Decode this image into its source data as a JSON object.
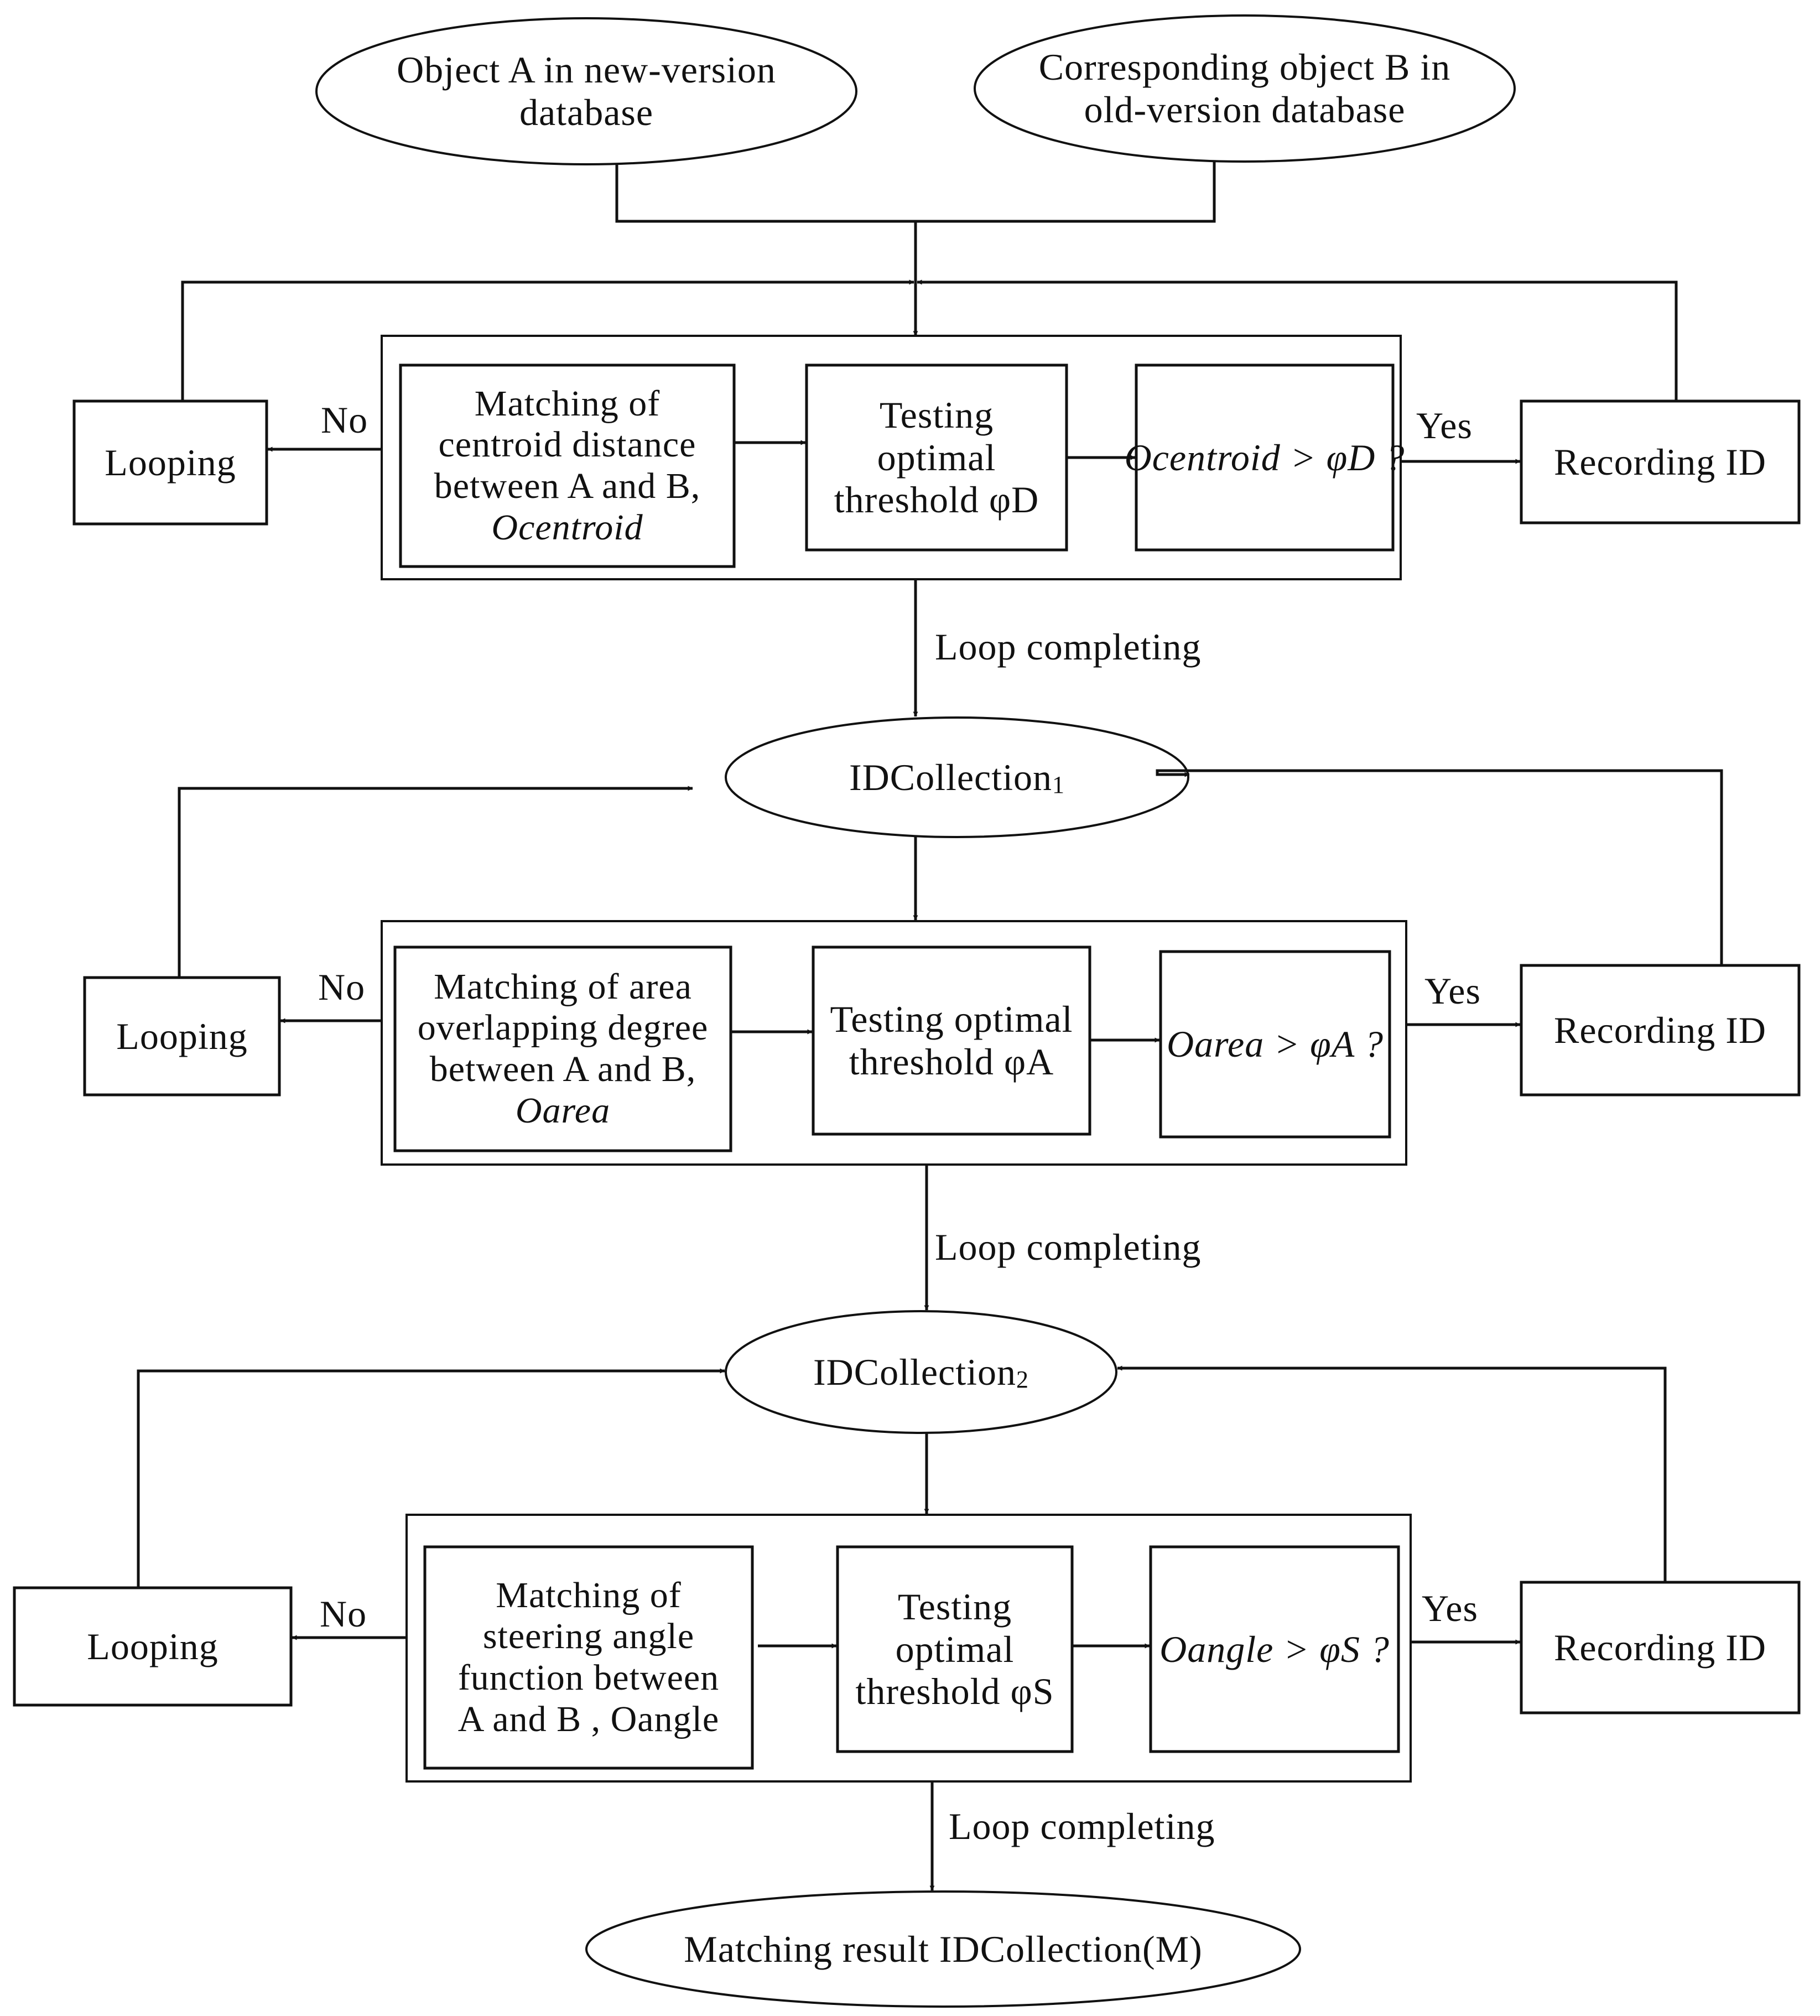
{
  "start": {
    "object_a": [
      "Object A in new-version",
      "database"
    ],
    "object_b": [
      "Corresponding object B in",
      "old-version database"
    ]
  },
  "stage1": {
    "matching": [
      "Matching of",
      "centroid distance",
      "between A and B,",
      "Ocentroid"
    ],
    "testing": [
      "Testing",
      "optimal",
      "threshold φD"
    ],
    "condition": "Ocentroid > φD ?",
    "looping": "Looping",
    "recording": "Recording ID"
  },
  "collection1": {
    "prefix": "IDCollection",
    "sub": "1"
  },
  "stage2": {
    "matching": [
      "Matching of area",
      "overlapping degree",
      "between A and B,",
      "Oarea"
    ],
    "testing": [
      "Testing optimal",
      "threshold φA"
    ],
    "condition": "Oarea > φA ?",
    "looping": "Looping",
    "recording": "Recording ID"
  },
  "collection2": {
    "prefix": "IDCollection",
    "sub": "2"
  },
  "stage3": {
    "matching": [
      "Matching of",
      "steering angle",
      "function between",
      "A and B , Oangle"
    ],
    "testing": [
      "Testing",
      "optimal",
      "threshold φS"
    ],
    "condition": "Oangle > φS ?",
    "looping": "Looping",
    "recording": "Recording ID"
  },
  "result": "Matching result IDCollection(M)",
  "labels": {
    "no": "No",
    "yes": "Yes",
    "loop_completing": "Loop completing"
  }
}
